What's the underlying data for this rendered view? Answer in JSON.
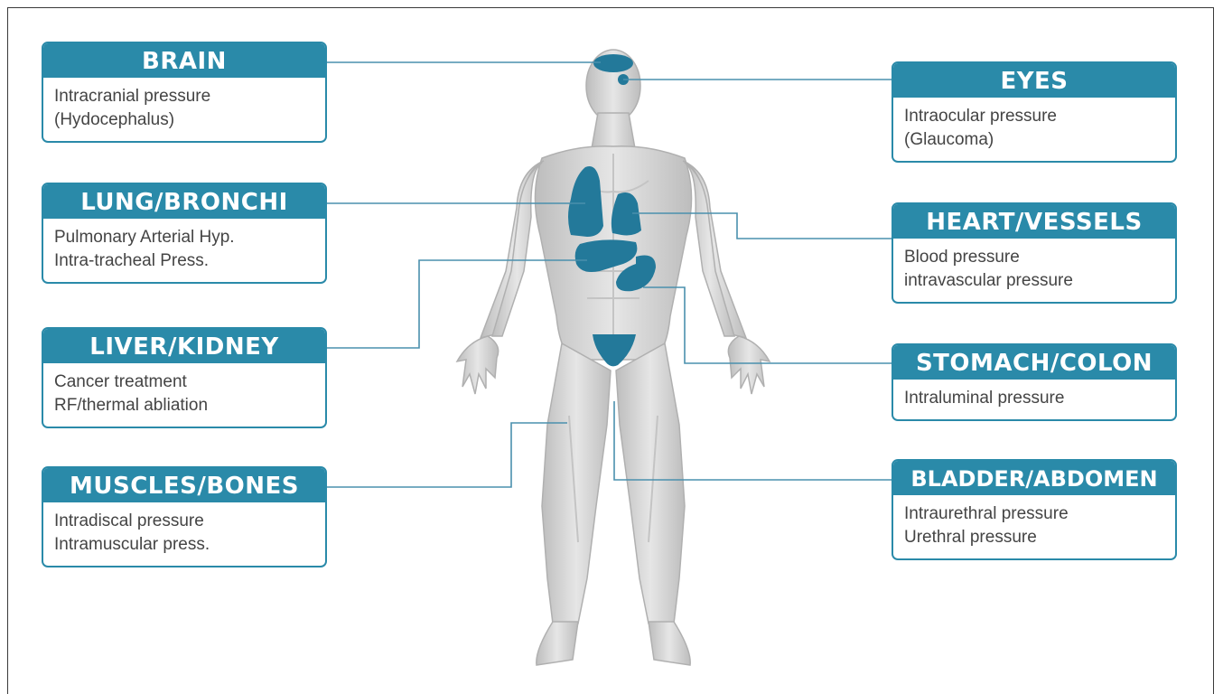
{
  "colors": {
    "accent": "#2a8aa9",
    "body": "#d2d2d2",
    "organ": "#23799a"
  },
  "cards": [
    {
      "id": "brain",
      "title": "BRAIN",
      "lines": [
        "Intracranial pressure",
        "(Hydocephalus)"
      ]
    },
    {
      "id": "lung",
      "title": "LUNG/BRONCHI",
      "lines": [
        "Pulmonary Arterial Hyp.",
        "Intra-tracheal Press."
      ]
    },
    {
      "id": "liver",
      "title": "LIVER/KIDNEY",
      "lines": [
        "Cancer treatment",
        "RF/thermal abliation"
      ]
    },
    {
      "id": "muscles",
      "title": "MUSCLES/BONES",
      "lines": [
        "Intradiscal pressure",
        "Intramuscular press."
      ]
    },
    {
      "id": "eyes",
      "title": "EYES",
      "lines": [
        "Intraocular pressure",
        "(Glaucoma)"
      ]
    },
    {
      "id": "heart",
      "title": "HEART/VESSELS",
      "lines": [
        "Blood pressure",
        "intravascular pressure"
      ]
    },
    {
      "id": "stomach",
      "title": "STOMACH/COLON",
      "lines": [
        "Intraluminal pressure"
      ]
    },
    {
      "id": "bladder",
      "title": "BLADDER/ABDOMEN",
      "lines": [
        "Intraurethral pressure",
        "Urethral pressure"
      ]
    }
  ]
}
